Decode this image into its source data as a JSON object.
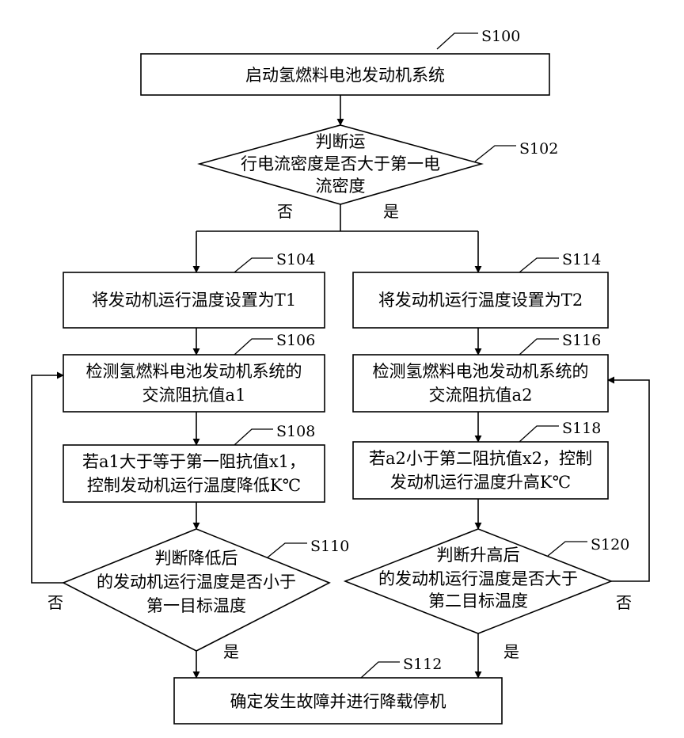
{
  "steps": {
    "s100": {
      "label": "S100",
      "text": "启动氢燃料电池发动机系统"
    },
    "s102": {
      "label": "S102",
      "lines": [
        "判断运",
        "行电流密度是否大于第一电",
        "流密度"
      ]
    },
    "s104": {
      "label": "S104",
      "text": "将发动机运行温度设置为T1"
    },
    "s106": {
      "label": "S106",
      "lines": [
        "检测氢燃料电池发动机系统的",
        "交流阻抗值a1"
      ]
    },
    "s108": {
      "label": "S108",
      "lines": [
        "若a1大于等于第一阻抗值x1，",
        "控制发动机运行温度降低K℃"
      ]
    },
    "s110": {
      "label": "S110",
      "lines": [
        "判断降低后",
        "的发动机运行温度是否小于",
        "第一目标温度"
      ]
    },
    "s112": {
      "label": "S112",
      "text": "确定发生故障并进行降载停机"
    },
    "s114": {
      "label": "S114",
      "text": "将发动机运行温度设置为T2"
    },
    "s116": {
      "label": "S116",
      "lines": [
        "检测氢燃料电池发动机系统的",
        "交流阻抗值a2"
      ]
    },
    "s118": {
      "label": "S118",
      "lines": [
        "若a2小于第二阻抗值x2，控制",
        "发动机运行温度升高K℃"
      ]
    },
    "s120": {
      "label": "S120",
      "lines": [
        "判断升高后",
        "的发动机运行温度是否大于",
        "第二目标温度"
      ]
    }
  },
  "branches": {
    "s102_no": "否",
    "s102_yes": "是",
    "s110_no": "否",
    "s110_yes": "是",
    "s120_no": "否",
    "s120_yes": "是"
  }
}
